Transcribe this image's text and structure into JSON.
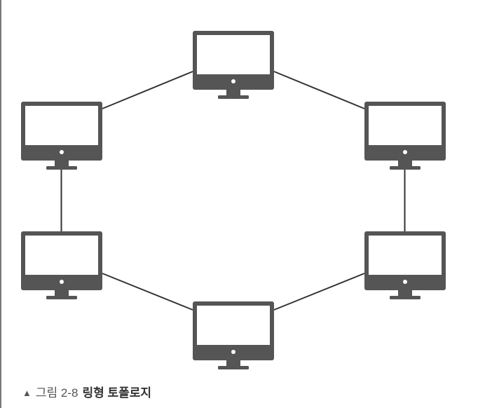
{
  "diagram": {
    "colors": {
      "monitor": "#555555",
      "screen": "#ffffff",
      "link": "#333333"
    },
    "nodes": [
      {
        "id": "top",
        "icon": "desktop-monitor-icon"
      },
      {
        "id": "upper-left",
        "icon": "desktop-monitor-icon"
      },
      {
        "id": "upper-right",
        "icon": "desktop-monitor-icon"
      },
      {
        "id": "lower-left",
        "icon": "desktop-monitor-icon"
      },
      {
        "id": "lower-right",
        "icon": "desktop-monitor-icon"
      },
      {
        "id": "bottom",
        "icon": "desktop-monitor-icon"
      }
    ],
    "links": [
      [
        "top",
        "upper-right"
      ],
      [
        "upper-right",
        "lower-right"
      ],
      [
        "lower-right",
        "bottom"
      ],
      [
        "bottom",
        "lower-left"
      ],
      [
        "lower-left",
        "upper-left"
      ],
      [
        "upper-left",
        "top"
      ]
    ]
  },
  "caption": {
    "marker": "▲",
    "figure_label": "그림 2-8",
    "title": "링형 토폴로지"
  }
}
